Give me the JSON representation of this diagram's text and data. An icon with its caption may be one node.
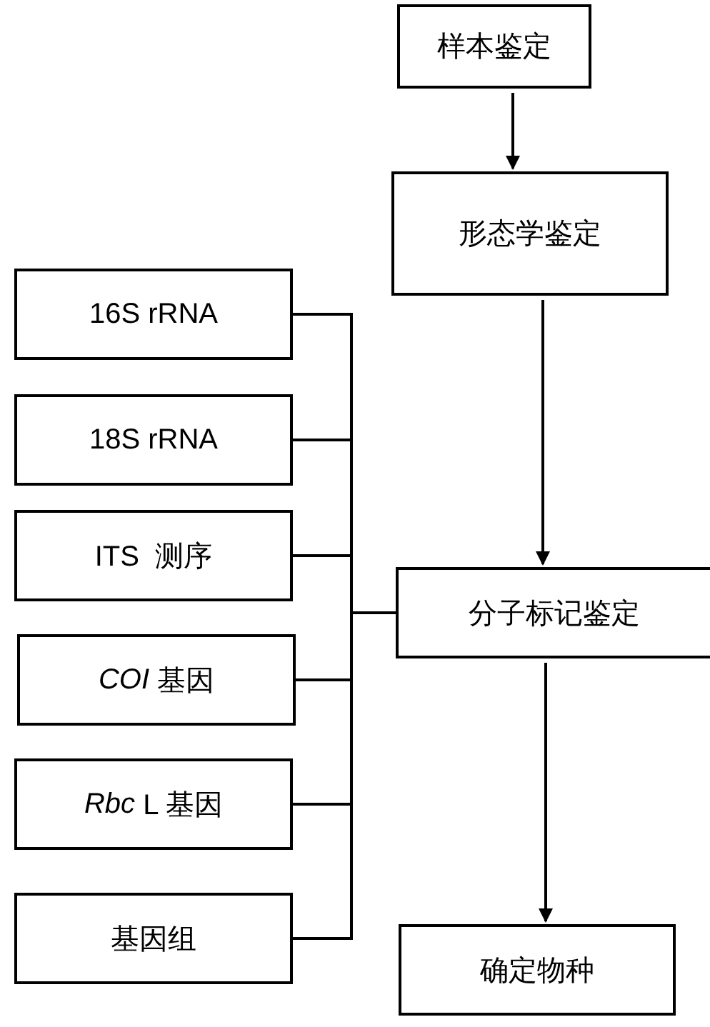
{
  "diagram": {
    "nodes": [
      {
        "text": [
          "样本鉴定"
        ]
      },
      {
        "text": [
          "形态学鉴定"
        ]
      },
      {
        "text": [
          "16S rRNA"
        ]
      },
      {
        "text": [
          "18S rRNA"
        ]
      },
      {
        "text": [
          "ITS  测序"
        ]
      },
      {
        "text": [
          "*COI* 基因"
        ]
      },
      {
        "text": [
          "*Rbc* L 基因"
        ]
      },
      {
        "text": [
          "基因组"
        ]
      },
      {
        "text": [
          "分子标记鉴定"
        ]
      },
      {
        "text": [
          "确定物种"
        ]
      }
    ],
    "edges": [
      {
        "from": 0,
        "to": 1,
        "arrow": "to"
      },
      {
        "from": 1,
        "to": 8,
        "arrow": "to"
      },
      {
        "from": 2,
        "to": 8,
        "arrow": "none"
      },
      {
        "from": 3,
        "to": 8,
        "arrow": "none"
      },
      {
        "from": 4,
        "to": 8,
        "arrow": "none"
      },
      {
        "from": 5,
        "to": 8,
        "arrow": "none"
      },
      {
        "from": 6,
        "to": 8,
        "arrow": "none"
      },
      {
        "from": 7,
        "to": 8,
        "arrow": "none"
      },
      {
        "from": 8,
        "to": 9,
        "arrow": "to"
      }
    ]
  }
}
